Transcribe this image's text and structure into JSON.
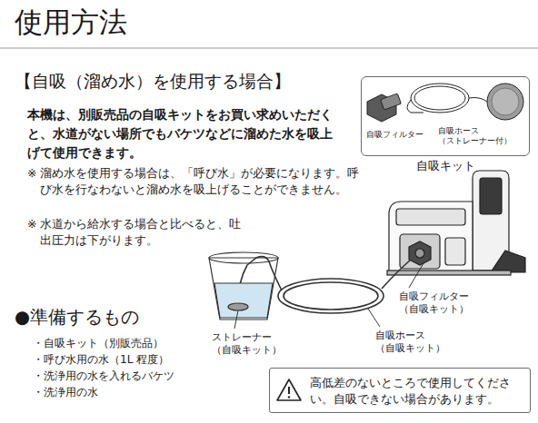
{
  "diagram": {
    "title": "使用方法",
    "nodes": [
      {
        "text": [
          "自吸フィルター",
          "自吸ホース （ストレーナー付）",
          "自吸キット"
        ]
      },
      {
        "text": [
          "高低差のないところで使用してください。自吸できない場合があります。"
        ]
      }
    ],
    "labels": [
      "【自吸（溜め水）を使用する場合】",
      "本機は、別販売品の自吸キットをお買い求めいただくと、水道がない場所でもバケツなどに溜めた水を吸上げて使用できます。",
      "※ 溜め水を使用する場合は、「呼び水」が必要になります。呼び水を行なわないと溜め水を吸上げることができません。",
      "※ 水道から給水する場合と比べると、吐出圧力は下がります。",
      "●準備するもの",
      "・自吸キット（別販売品）",
      "・呼び水用の水（1L 程度）",
      "・洗浄用の水を入れるバケツ",
      "・洗浄用の水",
      "自吸フィルター （自吸キット）",
      "自吸ホース （自吸キット）",
      "ストレーナー （自吸キット）"
    ]
  }
}
